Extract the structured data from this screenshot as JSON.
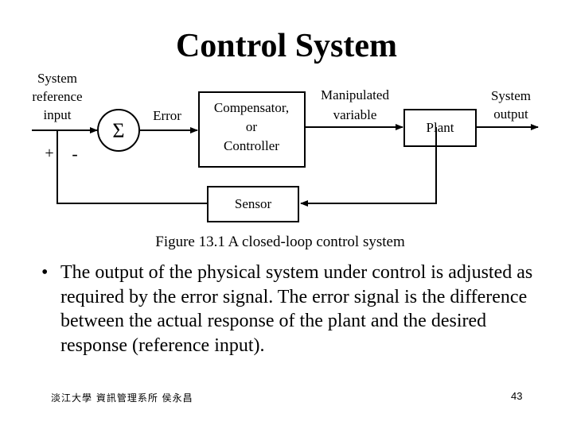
{
  "slide": {
    "title": "Control System",
    "bullet_marker": "•",
    "bullet": "The output of the physical system under control is adjusted as required by the error signal. The error signal is the difference between the actual response of the plant and the desired response (reference input).",
    "footer_left": "淡江大學 資訊管理系所 侯永昌",
    "page_number": "43"
  },
  "diagram": {
    "input_label": [
      "System",
      "reference",
      "input"
    ],
    "plus_sign": "+",
    "minus_sign": "-",
    "summer_symbol": "Σ",
    "error_label": "Error",
    "compensator_label": [
      "Compensator,",
      "or",
      "Controller"
    ],
    "manipulated_label": [
      "Manipulated",
      "variable"
    ],
    "plant_label": "Plant",
    "output_label": [
      "System",
      "output"
    ],
    "sensor_label": "Sensor",
    "caption": "Figure 13.1 A closed-loop control system"
  }
}
